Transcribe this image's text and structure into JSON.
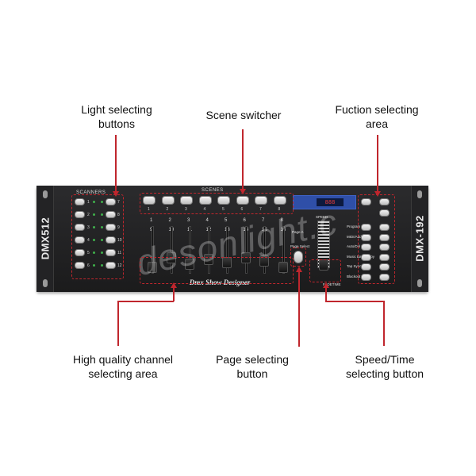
{
  "callouts": {
    "light_selecting": [
      "Light selecting",
      "buttons"
    ],
    "scene_switcher": [
      "Scene switcher"
    ],
    "function_selecting": [
      "Fuction selecting",
      "area"
    ],
    "channel_selecting": [
      "High quality channel",
      "selecting area"
    ],
    "page_selecting": [
      "Page selecting",
      "button"
    ],
    "speed_time": [
      "Speed/Time",
      "selecting button"
    ]
  },
  "device": {
    "left_model": "DMX512",
    "right_model": "DMX-192",
    "brand": "Dmx Show Designer",
    "watermark": "desonlight.c",
    "scanners_title": "SCANNERS",
    "scenes_title": "SCENES",
    "scanner_numbers_left": [
      "1",
      "2",
      "3",
      "4",
      "5",
      "6"
    ],
    "scanner_numbers_right": [
      "7",
      "8",
      "9",
      "10",
      "11",
      "12"
    ],
    "scene_numbers": [
      "1",
      "2",
      "3",
      "4",
      "5",
      "6",
      "7",
      "8"
    ],
    "fader_numbers_top": [
      "1",
      "2",
      "3",
      "4",
      "5",
      "6",
      "7",
      "8"
    ],
    "fader_numbers_bottom": [
      "9",
      "10",
      "11",
      "12",
      "13",
      "14",
      "15",
      "16"
    ],
    "lcd_digits": "888",
    "page_label": "Page Select",
    "page_a": "Page A",
    "fade_time": "FADETIME",
    "speed_label": "SPEED",
    "function_labels": [
      "Program",
      "MIDI/Add",
      "Auto/Del",
      "Music Bank Copy",
      "Tap Sync",
      "Blackout"
    ]
  },
  "colors": {
    "accent": "#c0262d",
    "panel": "#1e1e1f",
    "lcd": "#2f4fa8"
  }
}
